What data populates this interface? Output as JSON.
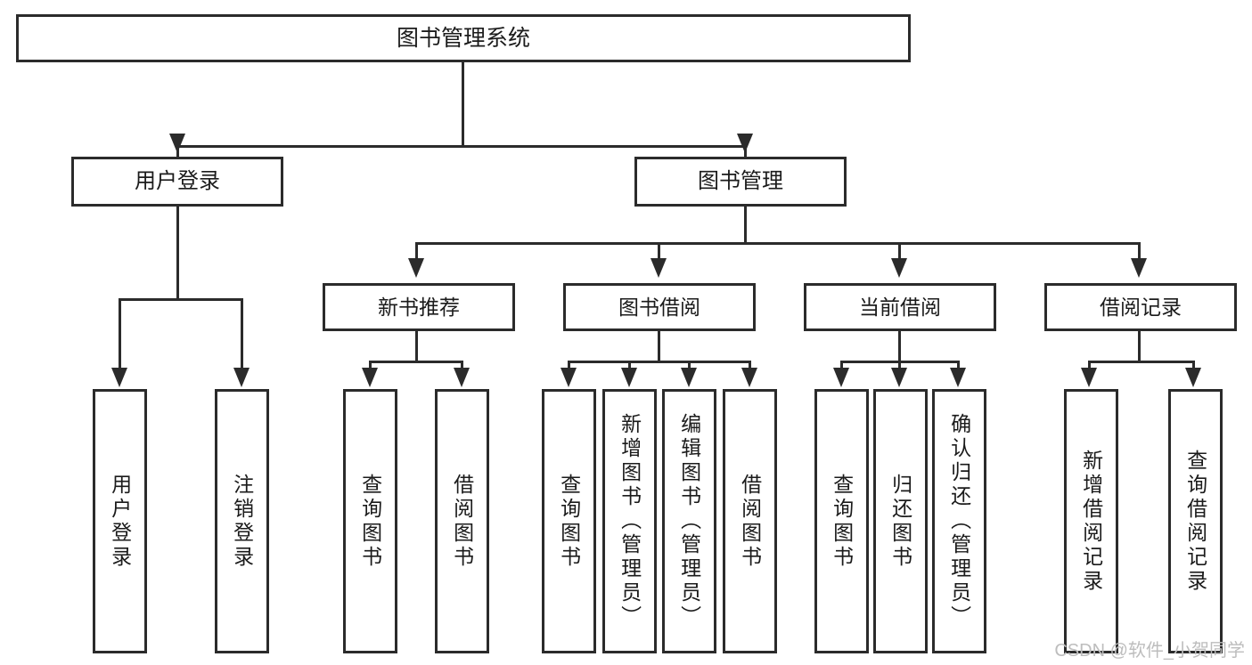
{
  "diagram": {
    "type": "tree-hierarchy",
    "title": "图书管理系统",
    "watermark": "CSDN @软件_小贺同学",
    "colors": {
      "stroke": "#2b2b2b",
      "fill": "#ffffff",
      "text": "#1b1b1b",
      "watermark": "#bdbdbd"
    },
    "nodes": {
      "root": {
        "label": "图书管理系统",
        "level": 1
      },
      "user_login": {
        "label": "用户登录",
        "level": 2
      },
      "book_mgmt": {
        "label": "图书管理",
        "level": 2
      },
      "new_book_rec": {
        "label": "新书推荐",
        "level": 3
      },
      "book_borrow": {
        "label": "图书借阅",
        "level": 3
      },
      "current_borrow": {
        "label": "当前借阅",
        "level": 3
      },
      "borrow_record": {
        "label": "借阅记录",
        "level": 3
      },
      "leaf_user_login": {
        "label": "用户登录",
        "level": 4
      },
      "leaf_logout": {
        "label": "注销登录",
        "level": 4
      },
      "leaf_query_book_1": {
        "label": "查询图书",
        "level": 4
      },
      "leaf_borrow_book_1": {
        "label": "借阅图书",
        "level": 4
      },
      "leaf_query_book_2": {
        "label": "查询图书",
        "level": 4
      },
      "leaf_add_book": {
        "label": "新增图书（管理员）",
        "level": 4
      },
      "leaf_edit_book": {
        "label": "编辑图书（管理员）",
        "level": 4
      },
      "leaf_borrow_book_2": {
        "label": "借阅图书",
        "level": 4
      },
      "leaf_query_book_3": {
        "label": "查询图书",
        "level": 4
      },
      "leaf_return_book": {
        "label": "归还图书",
        "level": 4
      },
      "leaf_confirm_return": {
        "label": "确认归还（管理员）",
        "level": 4
      },
      "leaf_add_record": {
        "label": "新增借阅记录",
        "level": 4
      },
      "leaf_query_record": {
        "label": "查询借阅记录",
        "level": 4
      }
    },
    "edges": [
      {
        "from": "root",
        "to": "user_login"
      },
      {
        "from": "root",
        "to": "book_mgmt"
      },
      {
        "from": "user_login",
        "to": "leaf_user_login"
      },
      {
        "from": "user_login",
        "to": "leaf_logout"
      },
      {
        "from": "book_mgmt",
        "to": "new_book_rec"
      },
      {
        "from": "book_mgmt",
        "to": "book_borrow"
      },
      {
        "from": "book_mgmt",
        "to": "current_borrow"
      },
      {
        "from": "book_mgmt",
        "to": "borrow_record"
      },
      {
        "from": "new_book_rec",
        "to": "leaf_query_book_1"
      },
      {
        "from": "new_book_rec",
        "to": "leaf_borrow_book_1"
      },
      {
        "from": "book_borrow",
        "to": "leaf_query_book_2"
      },
      {
        "from": "book_borrow",
        "to": "leaf_add_book"
      },
      {
        "from": "book_borrow",
        "to": "leaf_edit_book"
      },
      {
        "from": "book_borrow",
        "to": "leaf_borrow_book_2"
      },
      {
        "from": "current_borrow",
        "to": "leaf_query_book_3"
      },
      {
        "from": "current_borrow",
        "to": "leaf_return_book"
      },
      {
        "from": "current_borrow",
        "to": "leaf_confirm_return"
      },
      {
        "from": "borrow_record",
        "to": "leaf_add_record"
      },
      {
        "from": "borrow_record",
        "to": "leaf_query_record"
      }
    ]
  }
}
